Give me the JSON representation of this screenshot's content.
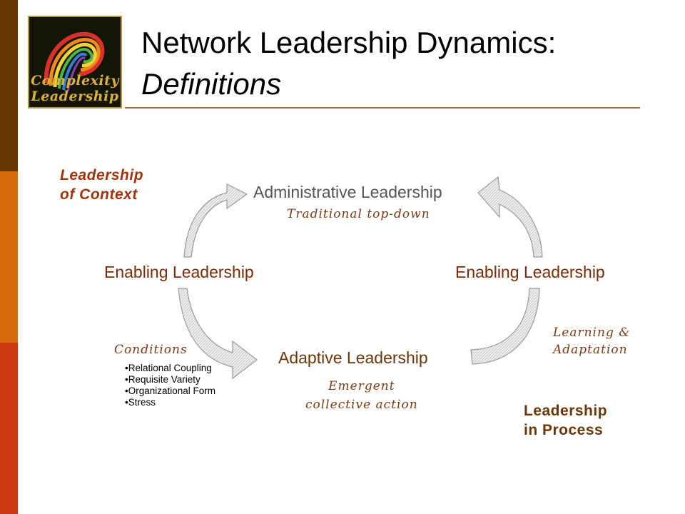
{
  "slide": {
    "title": "Network Leadership Dynamics:",
    "subtitle": "Definitions",
    "logo": {
      "line1": "Complexity",
      "line2": "Leadership"
    }
  },
  "diagram": {
    "leadership_of_context": {
      "line1": "Leadership",
      "line2": "of Context"
    },
    "leadership_in_process": {
      "line1": "Leadership",
      "line2": "in Process"
    },
    "administrative": {
      "label": "Administrative Leadership",
      "caption": "Traditional top-down"
    },
    "enabling_left": {
      "label": "Enabling Leadership"
    },
    "enabling_right": {
      "label": "Enabling Leadership"
    },
    "adaptive": {
      "label": "Adaptive Leadership",
      "caption_line1": "Emergent",
      "caption_line2": "collective action"
    },
    "learning": {
      "line1": "Learning &",
      "line2": "Adaptation"
    },
    "conditions": {
      "title": "Conditions",
      "items": [
        "Relational Coupling",
        "Requisite Variety",
        "Organizational Form",
        "Stress"
      ]
    }
  },
  "colors": {
    "sidebar_top": "#6b3606",
    "sidebar_middle": "#d46a0a",
    "sidebar_bottom": "#cc3a10",
    "title_rule": "#b5651d",
    "arrow_fill": "#e8e8e8",
    "arrow_stroke": "#9a9a9a"
  }
}
